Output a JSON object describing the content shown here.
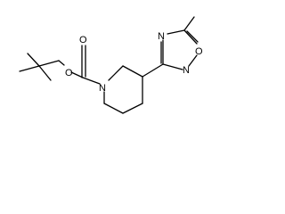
{
  "diagram": {
    "atoms": {
      "n1": "N",
      "o1": "O",
      "o2": "O",
      "n2": "N",
      "o3": "O",
      "n3": "N"
    }
  }
}
